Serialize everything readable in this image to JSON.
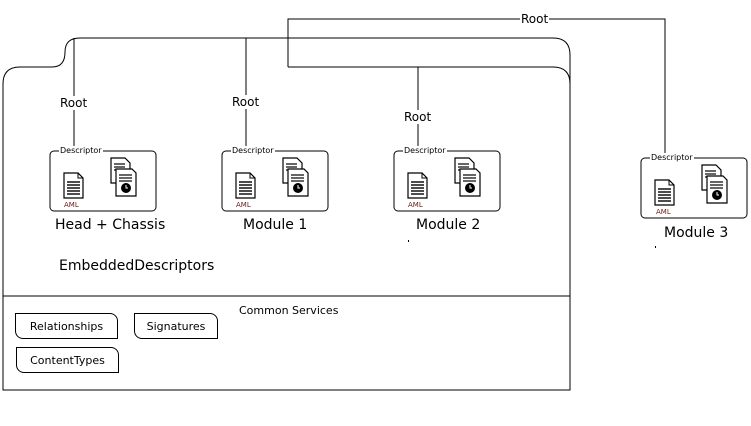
{
  "root_label": "Root",
  "descriptor_label": "Descriptor",
  "aml_label": "AML",
  "package": {
    "embedded_label": "EmbeddedDescriptors",
    "common_services_label": "Common Services",
    "services": [
      "Relationships",
      "Signatures",
      "ContentTypes"
    ]
  },
  "modules": [
    {
      "title": "Head + Chassis"
    },
    {
      "title": "Module 1"
    },
    {
      "title": "Module 2"
    },
    {
      "title": "Module 3"
    }
  ]
}
